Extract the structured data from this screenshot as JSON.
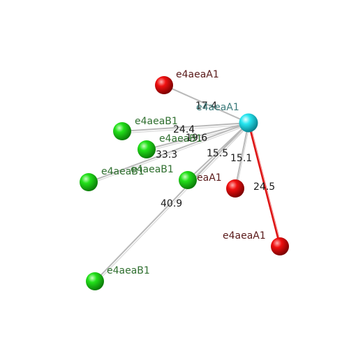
{
  "viewer": {
    "center_label": "e4aeaA1",
    "colors": {
      "center": "#19d6e6",
      "atom_a": "#e60000",
      "atom_b": "#19d600",
      "bond_gray": "#b9b9b9",
      "bond_red": "#dd1111",
      "label_a": "#5a1a1a",
      "label_b": "#2f6f2f",
      "label_center": "#3a7a7a"
    },
    "atoms": [
      {
        "id": "a1",
        "label": "e4aeaA1",
        "type": "a",
        "distance": "17.4"
      },
      {
        "id": "b1",
        "label": "e4aeaB1",
        "type": "b",
        "distance": "24.4"
      },
      {
        "id": "b2",
        "label": "e4aeaB1",
        "type": "b",
        "distance": "19.6"
      },
      {
        "id": "b3",
        "label": "e4aeaB1",
        "type": "b",
        "distance": "33.3"
      },
      {
        "id": "b4",
        "label": "e4aeaB1",
        "type": "b",
        "distance": "15.5"
      },
      {
        "id": "a2",
        "label": "eaA1",
        "type": "a",
        "distance": "15.1"
      },
      {
        "id": "a3",
        "label": "e4aeaA1",
        "type": "a",
        "distance": "24.5",
        "highlight": true
      },
      {
        "id": "b5",
        "label": "e4aeaB1",
        "type": "b",
        "distance": "40.9"
      }
    ]
  }
}
